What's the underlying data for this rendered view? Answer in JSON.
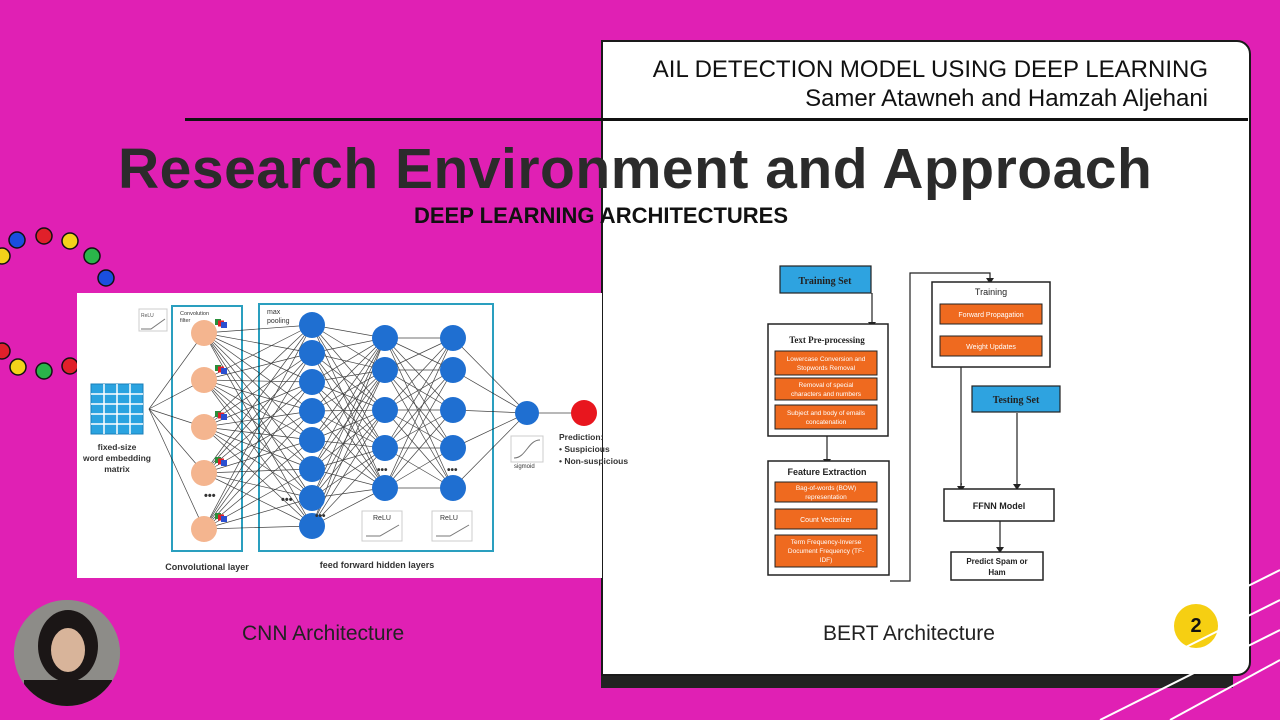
{
  "header": {
    "title": "AIL DETECTION MODEL USING DEEP LEARNING",
    "authors": "Samer Atawneh and Hamzah Aljehani"
  },
  "slide": {
    "title": "Research Environment and Approach",
    "subtitle": "DEEP LEARNING ARCHITECTURES",
    "page_number": "2"
  },
  "cnn": {
    "caption": "CNN Architecture",
    "input_label": [
      "fixed-size",
      "word embedding",
      "matrix"
    ],
    "relu_small": "ReLU",
    "conv_filter": [
      "Convolution",
      "filter"
    ],
    "max_pooling": [
      "max",
      "pooling"
    ],
    "relu_1": "ReLU",
    "relu_2": "ReLU",
    "sigmoid": "sigmoid",
    "prediction_title": "Prediction:",
    "prediction_items": [
      "• Suspicious",
      "• Non-suspicious"
    ],
    "conv_layer_label": "Convolutional layer",
    "ff_label": "feed forward hidden layers",
    "ellipsis": "•••"
  },
  "bert": {
    "caption": "BERT Architecture",
    "training_set": "Training Set",
    "text_preprocessing": "Text Pre-processing",
    "pre_steps": [
      [
        "Lowercase Conversion and",
        "Stopwords Removal"
      ],
      [
        "Removal of special",
        "characters and numbers"
      ],
      [
        "Subject and body of emails",
        "concatenation"
      ]
    ],
    "feature_extraction": "Feature Extraction",
    "fe_steps": [
      [
        "Bag-of-words (BOW)",
        "representation"
      ],
      [
        "Count Vectorizer"
      ],
      [
        "Term Frequency-Inverse",
        "Document Frequency (TF-",
        "IDF)"
      ]
    ],
    "training": "Training",
    "train_steps": [
      "Forward Propagation",
      "Weight Updates"
    ],
    "testing_set": "Testing Set",
    "model": "FFNN Model",
    "predict": [
      "Predict Spam or",
      "Ham"
    ]
  },
  "colors": {
    "background": "#e020b4",
    "node_blue": "#1f6fd1",
    "node_peach": "#f4b58f",
    "box_orange": "#ef6a1f",
    "box_blue": "#2ea3e0",
    "badge_yellow": "#f6cf12"
  },
  "icons": {
    "presenter": "presenter-avatar",
    "dots": "decorative-dots"
  }
}
